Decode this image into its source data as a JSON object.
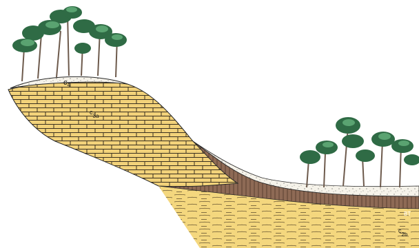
{
  "labels": {
    "c4": {
      "main": "c",
      "sub": "4"
    },
    "c3a": {
      "main": "c",
      "sub": "3a"
    },
    "c2b": {
      "main": "c",
      "sub": "2b"
    },
    "bt": "BT"
  },
  "colors": {
    "limestone": "#f2d27a",
    "marl": "#f4d77e",
    "clay": "#8e6a55",
    "sand": "#f6f3ea",
    "outline": "#2a2a2a",
    "foliage_dark": "#2f6b45",
    "foliage_light": "#5aa371",
    "trunk": "#6d5a4c"
  },
  "icons": {
    "forest_left": "pine-forest-icon",
    "forest_right": "pine-forest-icon"
  }
}
